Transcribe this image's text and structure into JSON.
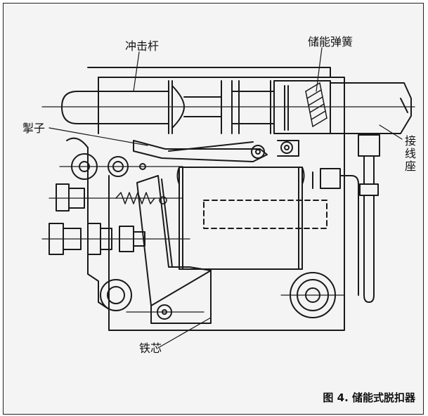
{
  "labels": {
    "impact_rod": "冲击杆",
    "storage_spring": "储能弹簧",
    "pawl": "掣子",
    "terminal_block": "接线座",
    "iron_core": "铁芯"
  },
  "caption": "图 4. 储能式脱扣器",
  "colors": {
    "line": "#1a1a1a",
    "background": "#f4f4f4"
  }
}
